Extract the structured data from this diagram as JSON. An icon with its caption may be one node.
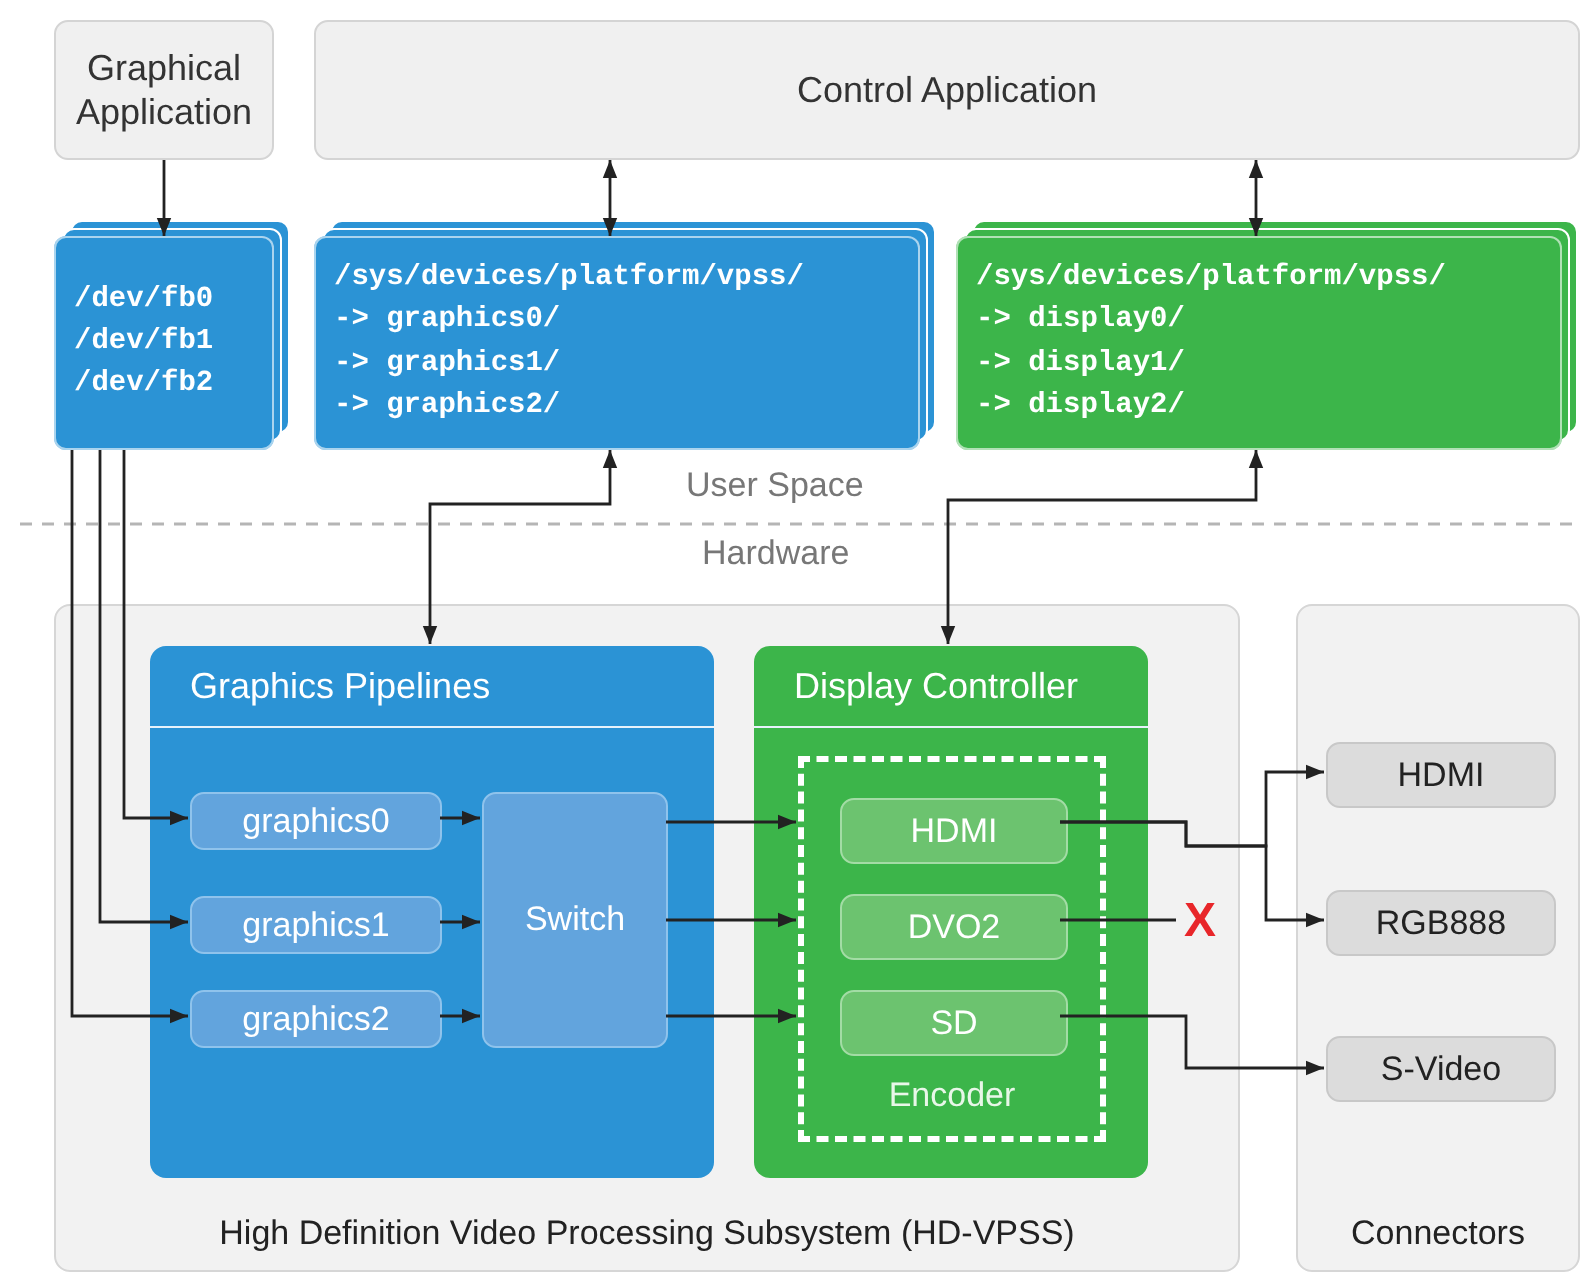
{
  "diagram": {
    "nodes": [
      {
        "text": [
          "Graphical Application"
        ]
      },
      {
        "text": [
          "Control Application"
        ]
      },
      {
        "text": [
          "/dev/fb0",
          "/dev/fb1",
          "/dev/fb2"
        ]
      },
      {
        "text": [
          "/sys/devices/platform/vpss/",
          "-> graphics0/",
          "-> graphics1/",
          "-> graphics2/"
        ]
      },
      {
        "text": [
          "/sys/devices/platform/vpss/",
          "-> display0/",
          "-> display1/",
          "-> display2/"
        ]
      },
      {
        "text": [
          "High Definition Video Processing Subsystem (HD-VPSS)"
        ]
      },
      {
        "text": [
          "Graphics Pipelines"
        ],
        "in": 5
      },
      {
        "text": [
          "graphics0"
        ],
        "in": 6
      },
      {
        "text": [
          "graphics1"
        ],
        "in": 6
      },
      {
        "text": [
          "graphics2"
        ],
        "in": 6
      },
      {
        "text": [
          "Switch"
        ],
        "in": 6
      },
      {
        "text": [
          "Display Controller"
        ],
        "in": 5
      },
      {
        "text": [
          "Encoder"
        ],
        "in": 11
      },
      {
        "text": [
          "HDMI"
        ],
        "in": 12
      },
      {
        "text": [
          "DVO2"
        ],
        "in": 12
      },
      {
        "text": [
          "SD"
        ],
        "in": 12
      },
      {
        "text": [
          "Connectors"
        ]
      },
      {
        "text": [
          "HDMI"
        ],
        "in": 16
      },
      {
        "text": [
          "RGB888"
        ],
        "in": 16
      },
      {
        "text": [
          "S-Video"
        ],
        "in": 16
      },
      {
        "text": [
          "X"
        ],
        "in": 5
      }
    ],
    "edges": [
      {
        "from": 0,
        "to": 2,
        "arrow": "to"
      },
      {
        "from": 1,
        "to": 3,
        "arrow": "both"
      },
      {
        "from": 1,
        "to": 4,
        "arrow": "both"
      },
      {
        "from": 3,
        "to": 6,
        "arrow": "both"
      },
      {
        "from": 4,
        "to": 11,
        "arrow": "both"
      },
      {
        "from": 2,
        "to": 7,
        "arrow": "to"
      },
      {
        "from": 2,
        "to": 8,
        "arrow": "to"
      },
      {
        "from": 2,
        "to": 9,
        "arrow": "to"
      },
      {
        "from": 7,
        "to": 10,
        "arrow": "to"
      },
      {
        "from": 8,
        "to": 10,
        "arrow": "to"
      },
      {
        "from": 9,
        "to": 10,
        "arrow": "to"
      },
      {
        "from": 10,
        "to": 12,
        "arrow": "to"
      },
      {
        "from": 10,
        "to": 12,
        "arrow": "to"
      },
      {
        "from": 10,
        "to": 12,
        "arrow": "to"
      },
      {
        "from": 13,
        "to": 17,
        "arrow": "to"
      },
      {
        "from": 13,
        "to": 18,
        "arrow": "to"
      },
      {
        "from": 14,
        "to": 20,
        "arrow": "none"
      },
      {
        "from": 15,
        "to": 19,
        "arrow": "to"
      }
    ],
    "labels": [
      "User Space",
      "Hardware"
    ]
  }
}
